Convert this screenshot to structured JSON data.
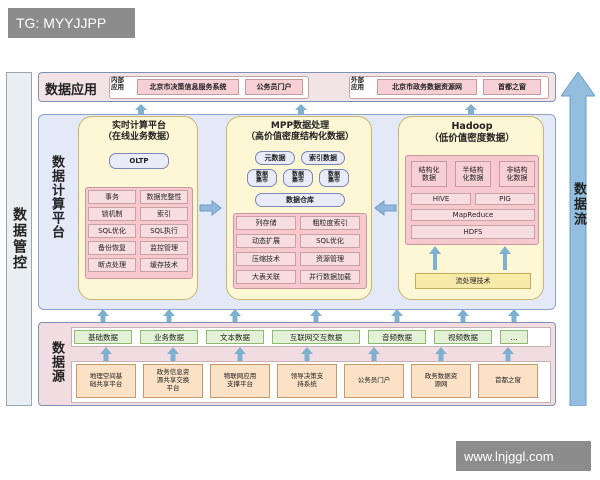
{
  "watermarks": {
    "top": "TG: MYYJJPP",
    "bottom": "www.lnjggl.com"
  },
  "side": {
    "left": "数据管控",
    "right": "数据流"
  },
  "app": {
    "title": "数据应用",
    "internal_label": "内部\n应用",
    "internal_items": [
      "北京市决策信息服务系统",
      "公务员门户"
    ],
    "external_label": "外部\n应用",
    "external_items": [
      "北京市政务数据资源网",
      "首都之窗"
    ]
  },
  "calc_title": "数据计算平台",
  "realtime": {
    "title": "实时计算平台\n（在线业务数据）",
    "db": "OLTP",
    "cells": [
      "事务",
      "数据完整性",
      "锁机制",
      "索引",
      "SQL优化",
      "SQL执行",
      "备份恢复",
      "监控管理",
      "断点处理",
      "缓存技术"
    ]
  },
  "mpp": {
    "title": "MPP数据处理\n（高价值密度结构化数据）",
    "meta": "元数据",
    "index": "索引数据",
    "clusters": [
      "数据\n集市",
      "数据\n集市",
      "数据\n集市"
    ],
    "warehouse": "数据仓库",
    "cells": [
      "列存储",
      "粗粒度索引",
      "动态扩展",
      "SQL优化",
      "压缩技术",
      "资源管理",
      "大表关联",
      "并行数据加载"
    ]
  },
  "hadoop": {
    "title": "Hadoop\n（低价值密度数据）",
    "types": [
      "结构化\n数据",
      "半结构\n化数据",
      "非结构\n化数据"
    ],
    "hive": "HIVE",
    "pig": "PIG",
    "mapreduce": "MapReduce",
    "hdfs": "HDFS",
    "stream": "流处理技术"
  },
  "source": {
    "title": "数据源",
    "types": [
      "基础数据",
      "业务数据",
      "文本数据",
      "互联网交互数据",
      "音频数据",
      "视频数据",
      "…"
    ],
    "systems": [
      "地理空间基\n础共享平台",
      "政务信息资\n源共享交换\n平台",
      "物联网应用\n支撑平台",
      "领导决策支\n持系统",
      "公务员门户",
      "政务数据资\n源网",
      "首都之窗"
    ]
  }
}
